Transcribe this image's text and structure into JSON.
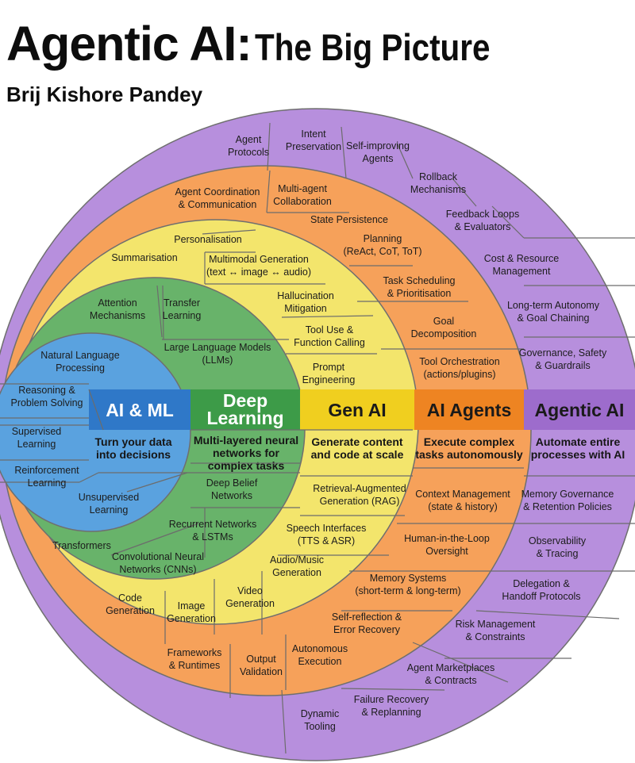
{
  "title": {
    "part1": "Agentic AI:",
    "part2": "The Big Picture"
  },
  "author": "Brij Kishore Pandey",
  "colors": {
    "ml": "#5aa2df",
    "dl": "#68b36a",
    "genai": "#f3e56c",
    "agents": "#f6a15a",
    "agentic": "#b78fdd",
    "band_ml": "#2f78c8",
    "band_dl": "#3d9b48",
    "band_genai": "#f0cf1f",
    "band_agents": "#ee8422",
    "band_agentic": "#9d6ccc"
  },
  "rings": {
    "ml": {
      "band_label": "AI & ML",
      "tagline": [
        "Turn your data",
        "into decisions"
      ],
      "items": [
        [
          "Natural Language",
          "Processing"
        ],
        [
          "Reasoning &",
          "Problem Solving"
        ],
        [
          "Supervised",
          "Learning"
        ],
        [
          "Reinforcement",
          "Learning"
        ],
        [
          "Unsupervised",
          "Learning"
        ]
      ]
    },
    "dl": {
      "band_label": [
        "Deep",
        "Learning"
      ],
      "tagline": [
        "Multi-layered neural",
        "networks for",
        "complex tasks"
      ],
      "items": [
        [
          "Attention",
          "Mechanisms"
        ],
        [
          "Transfer",
          "Learning"
        ],
        [
          "Large Language Models",
          "(LLMs)"
        ],
        [
          "Deep Belief",
          "Networks"
        ],
        [
          "Recurrent Networks",
          "& LSTMs"
        ],
        [
          "Transformers"
        ],
        [
          "Convolutional Neural",
          "Networks (CNNs)"
        ]
      ]
    },
    "genai": {
      "band_label": "Gen AI",
      "tagline": [
        "Generate content",
        "and code at scale"
      ],
      "items": [
        [
          "Personalisation"
        ],
        [
          "Summarisation"
        ],
        [
          "Multimodal Generation",
          "(text ↔ image ↔ audio)"
        ],
        [
          "Hallucination",
          "Mitigation"
        ],
        [
          "Tool Use &",
          "Function Calling"
        ],
        [
          "Prompt",
          "Engineering"
        ],
        [
          "Retrieval-Augmented",
          "Generation (RAG)"
        ],
        [
          "Speech Interfaces",
          "(TTS & ASR)"
        ],
        [
          "Audio/Music",
          "Generation"
        ],
        [
          "Video",
          "Generation"
        ],
        [
          "Image",
          "Generation"
        ],
        [
          "Code",
          "Generation"
        ]
      ]
    },
    "agents": {
      "band_label": "AI Agents",
      "tagline": [
        "Execute complex",
        "tasks autonomously"
      ],
      "items": [
        [
          "Agent Coordination",
          "& Communication"
        ],
        [
          "Multi-agent",
          "Collaboration"
        ],
        [
          "State Persistence"
        ],
        [
          "Planning",
          "(ReAct, CoT, ToT)"
        ],
        [
          "Task Scheduling",
          "& Prioritisation"
        ],
        [
          "Goal",
          "Decomposition"
        ],
        [
          "Tool Orchestration",
          "(actions/plugins)"
        ],
        [
          "Context Management",
          "(state & history)"
        ],
        [
          "Human-in-the-Loop",
          "Oversight"
        ],
        [
          "Memory Systems",
          "(short-term & long-term)"
        ],
        [
          "Self-reflection &",
          "Error Recovery"
        ],
        [
          "Autonomous",
          "Execution"
        ],
        [
          "Output",
          "Validation"
        ],
        [
          "Frameworks",
          "& Runtimes"
        ]
      ]
    },
    "agentic": {
      "band_label": "Agentic AI",
      "tagline": [
        "Automate entire",
        "processes with AI"
      ],
      "items": [
        [
          "Agent",
          "Protocols"
        ],
        [
          "Intent",
          "Preservation"
        ],
        [
          "Self-improving",
          "Agents"
        ],
        [
          "Rollback",
          "Mechanisms"
        ],
        [
          "Feedback Loops",
          "& Evaluators"
        ],
        [
          "Cost & Resource",
          "Management"
        ],
        [
          "Long-term Autonomy",
          "& Goal Chaining"
        ],
        [
          "Governance, Safety",
          "& Guardrails"
        ],
        [
          "Memory Governance",
          "& Retention Policies"
        ],
        [
          "Observability",
          "& Tracing"
        ],
        [
          "Delegation &",
          "Handoff Protocols"
        ],
        [
          "Risk Management",
          "& Constraints"
        ],
        [
          "Agent Marketplaces",
          "& Contracts"
        ],
        [
          "Failure Recovery",
          "& Replanning"
        ],
        [
          "Dynamic",
          "Tooling"
        ]
      ]
    }
  }
}
